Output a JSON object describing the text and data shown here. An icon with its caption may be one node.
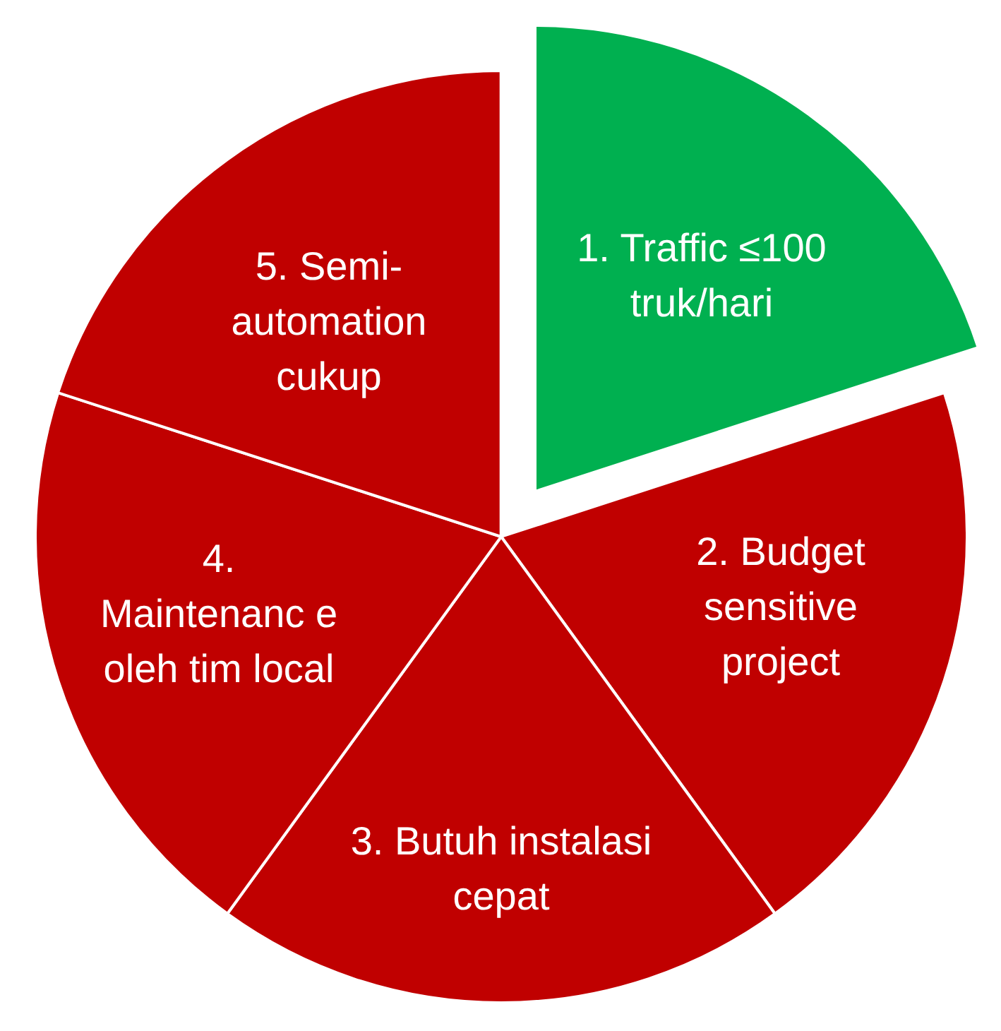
{
  "diagram": {
    "nodes": [
      {
        "text": [
          "1. Traffic ≤100 truk/hari"
        ]
      },
      {
        "text": [
          "2. Budget sensitive project"
        ]
      },
      {
        "text": [
          "3. Butuh instalasi cepat"
        ]
      },
      {
        "text": [
          "4. Maintenanc e oleh tim local"
        ]
      },
      {
        "text": [
          "5. Semi- automation cukup"
        ]
      }
    ]
  }
}
